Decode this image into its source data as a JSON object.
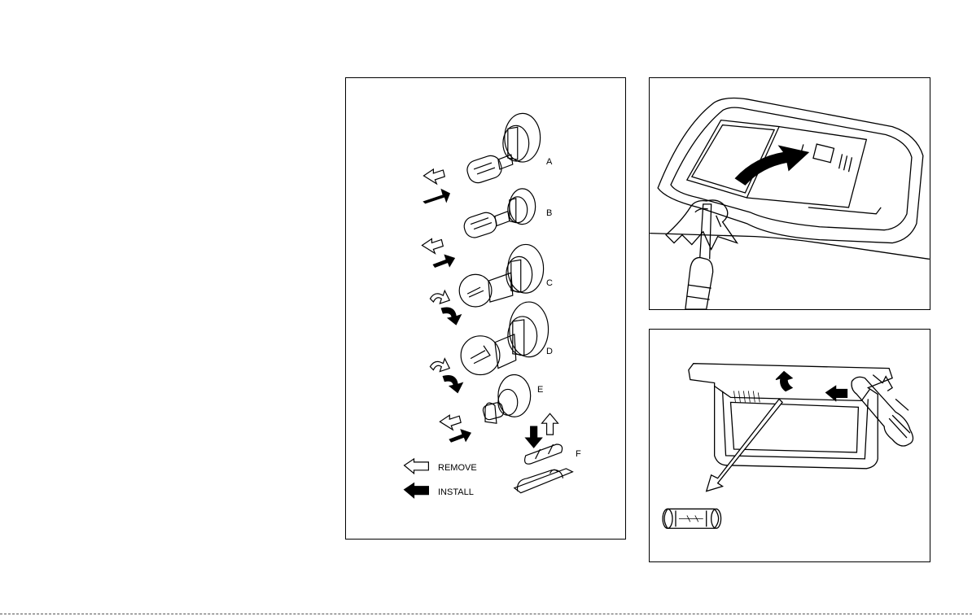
{
  "figure_bulbs": {
    "bulb_labels": [
      "A",
      "B",
      "C",
      "D",
      "E",
      "F"
    ],
    "legend": {
      "remove": "REMOVE",
      "install": "INSTALL"
    }
  },
  "figure_lens": {},
  "figure_fuse": {}
}
